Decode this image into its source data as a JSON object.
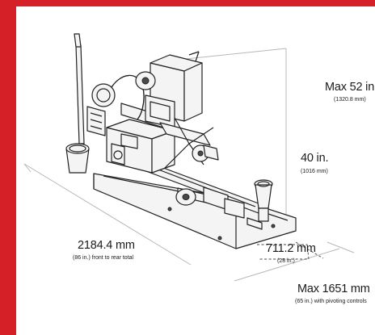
{
  "colors": {
    "accent": "#d62027",
    "dimension_line": "#b8b8b8",
    "machine_outline": "#222222"
  },
  "dimensions": {
    "max_height": {
      "value": "Max 52 in.",
      "sub": "(1320.8 mm)"
    },
    "height": {
      "value": "40 in.",
      "sub": "(1016 mm)"
    },
    "length": {
      "value": "2184.4 mm",
      "sub": "(86 in.) front to rear total"
    },
    "width": {
      "value": "711.2 mm",
      "sub": "(28 in.)"
    },
    "max_width": {
      "value": "Max 1651 mm",
      "sub": "(65 in.) with pivoting controls"
    }
  }
}
